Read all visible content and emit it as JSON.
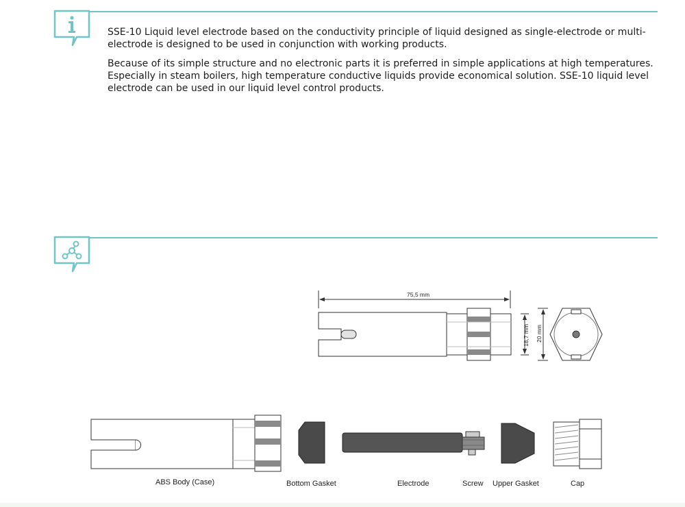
{
  "description": {
    "paragraph_1": "SSE-10 Liquid level electrode based on the conductivity principle of liquid designed as single-electrode or multi-electrode is designed to be used in conjunction with working products.",
    "paragraph_2": "Because of its simple structure and no electronic parts it is preferred in simple applications at high temperatures. Especially in steam boilers, high temperature conductive liquids provide economical solution. SSE-10 liquid level electrode can be used in our liquid level control products."
  },
  "icons": {
    "info": "info-icon",
    "structure": "molecule-icon"
  },
  "colors": {
    "accent": "#6ec5c8",
    "gasket": "#4a4a4a",
    "electrode": "#555555"
  },
  "dimensions": {
    "length": "75,5 mm",
    "inner_diameter": "18,7 mm",
    "outer_diameter": "20 mm"
  },
  "parts": {
    "body": "ABS Body (Case)",
    "bottom_gasket": "Bottom Gasket",
    "electrode": "Electrode",
    "screw": "Screw",
    "upper_gasket": "Upper Gasket",
    "cap": "Cap"
  }
}
